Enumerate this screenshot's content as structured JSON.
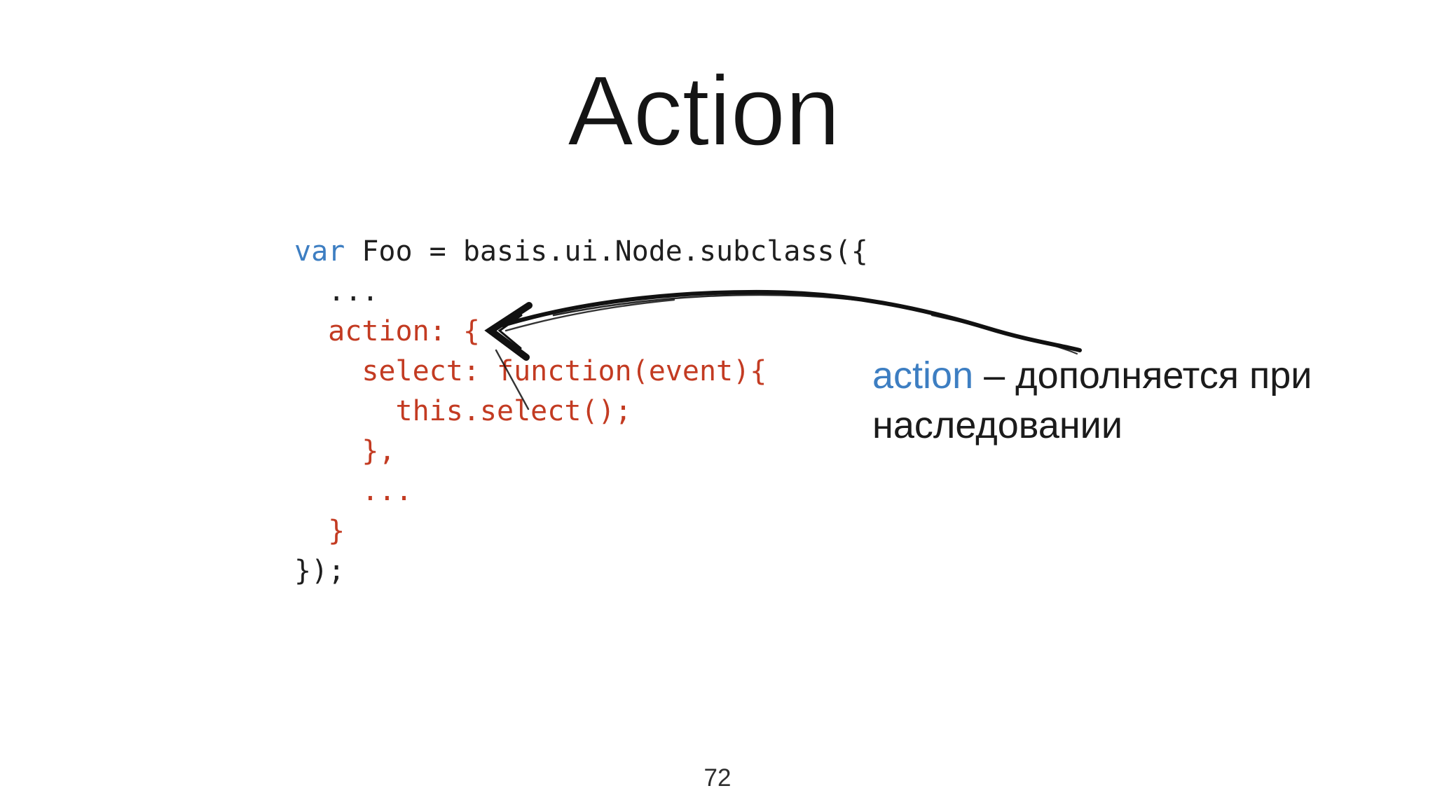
{
  "slide": {
    "title": "Action",
    "page_number": "72",
    "code": {
      "language": "javascript",
      "lines": [
        {
          "segments": [
            {
              "text": "var",
              "color": "blue"
            },
            {
              "text": " Foo = basis.ui.Node.subclass({",
              "color": "dark"
            }
          ]
        },
        {
          "segments": [
            {
              "text": "  ...",
              "color": "dark"
            }
          ]
        },
        {
          "segments": [
            {
              "text": "  action: {",
              "color": "red"
            }
          ]
        },
        {
          "segments": [
            {
              "text": "    select: function(event){",
              "color": "red"
            }
          ]
        },
        {
          "segments": [
            {
              "text": "      this.select();",
              "color": "red"
            }
          ]
        },
        {
          "segments": [
            {
              "text": "    },",
              "color": "red"
            }
          ]
        },
        {
          "segments": [
            {
              "text": "    ...",
              "color": "red"
            }
          ]
        },
        {
          "segments": [
            {
              "text": "  }",
              "color": "red"
            }
          ]
        },
        {
          "segments": [
            {
              "text": "});",
              "color": "dark"
            }
          ]
        }
      ]
    },
    "annotation": {
      "keyword": "action",
      "rest": " – дополняется при наследовании"
    },
    "icons": {
      "arrow": "hand-drawn-arrow"
    },
    "colors": {
      "keyword_blue": "#3d7ec2",
      "code_red": "#c33b22",
      "text_dark": "#1b1b1b",
      "background": "#ffffff"
    }
  }
}
